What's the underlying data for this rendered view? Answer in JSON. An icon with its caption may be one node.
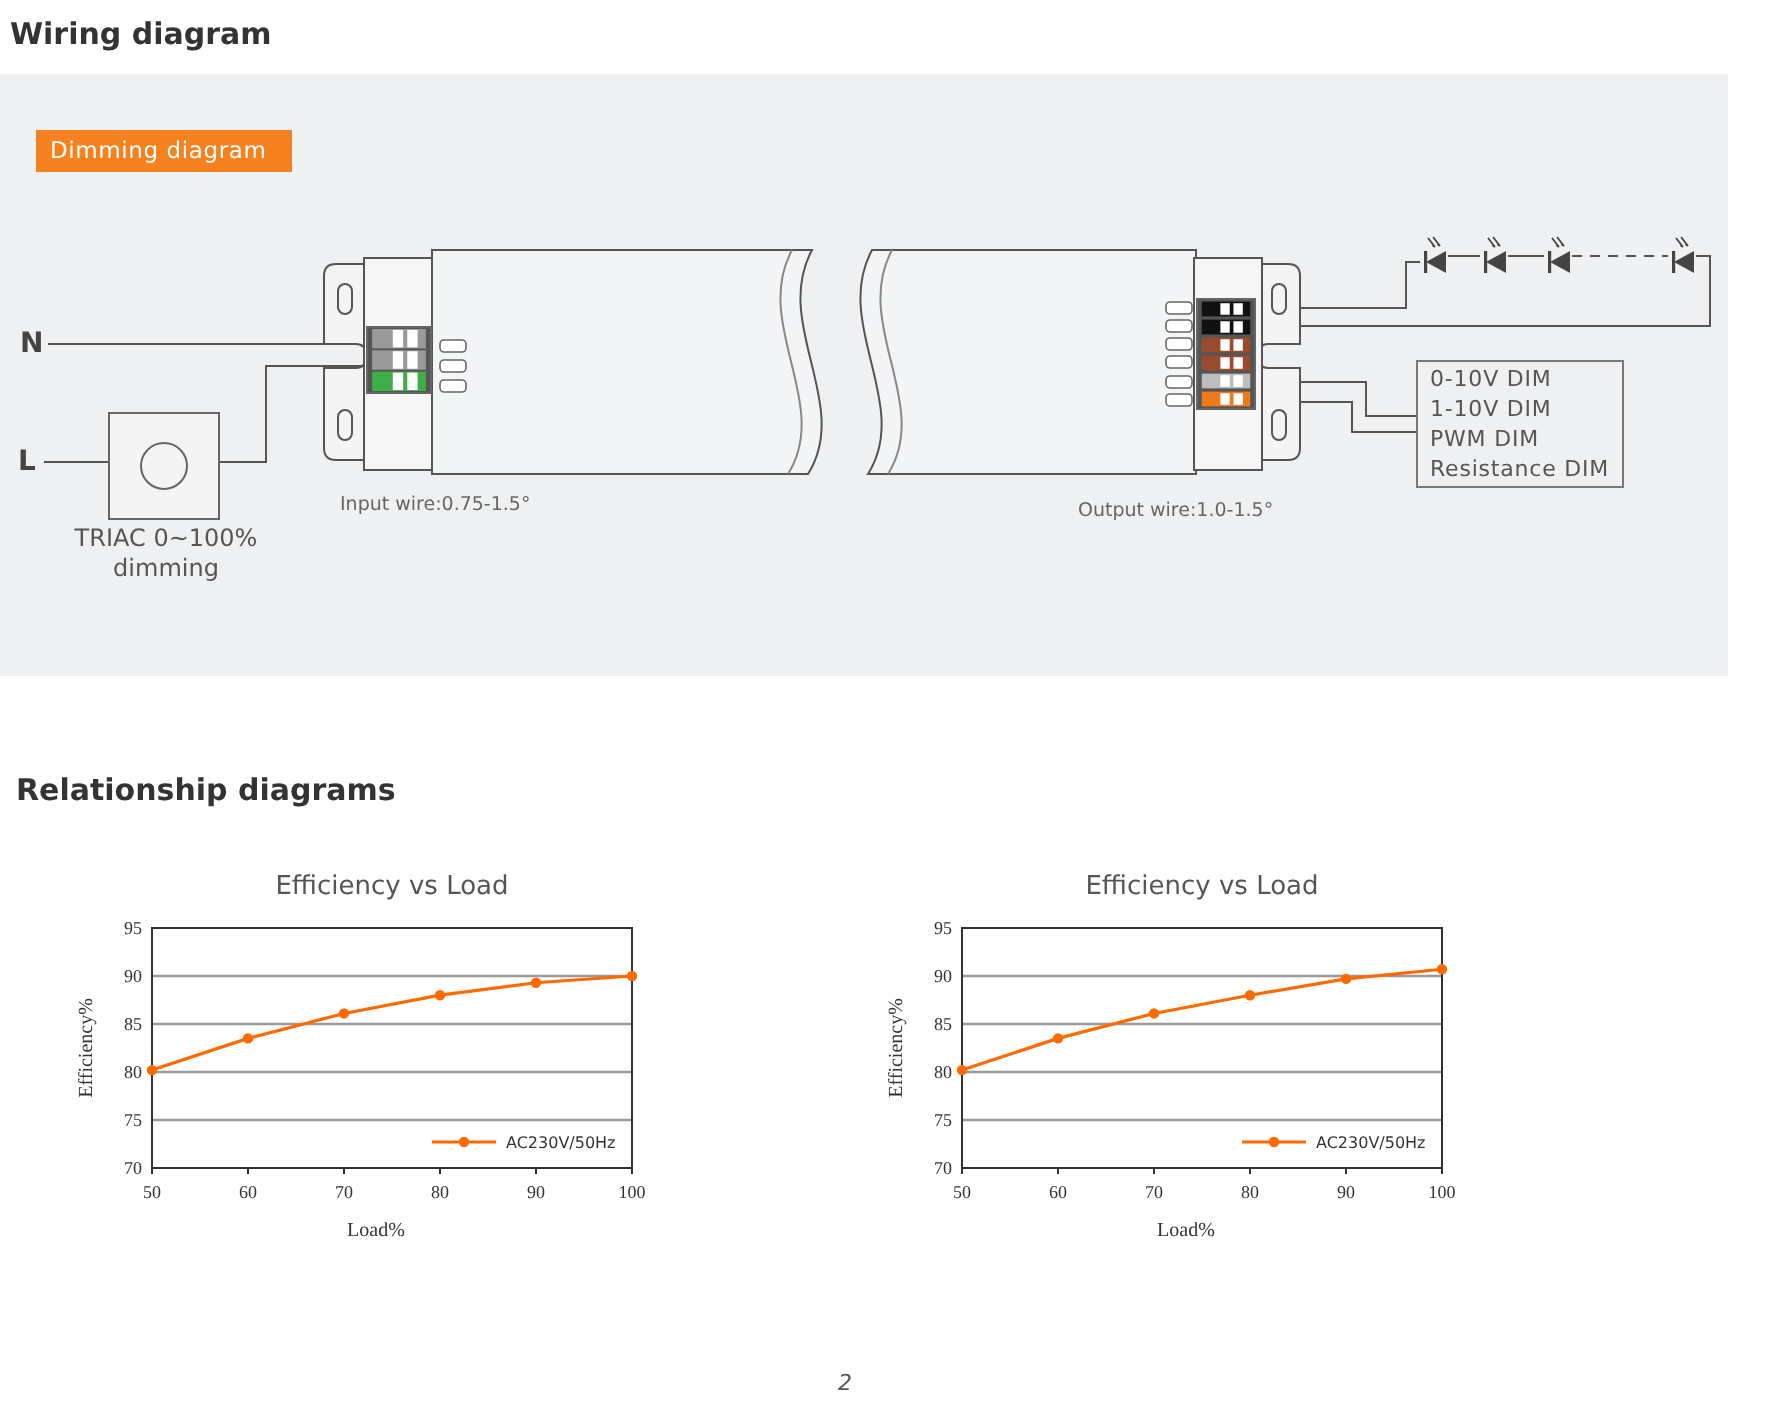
{
  "diagram": {
    "title": "Wiring diagram",
    "nodes": [
      {
        "text": [
          "Dimming diagram"
        ]
      },
      {
        "text": [
          "N"
        ]
      },
      {
        "text": [
          "L"
        ]
      },
      {
        "text": [],
        "shape": "box",
        "beside": [
          "TRIAC 0~100% dimming"
        ]
      },
      {
        "text": [],
        "shape": "picture",
        "beside": [
          "Input wire:0.75-1.5°",
          "Output wire:1.0-1.5°"
        ]
      },
      {
        "text": [],
        "shape": "box",
        "in": 4
      },
      {
        "text": [],
        "shape": "box",
        "in": 4
      },
      {
        "text": [],
        "shape": "diode"
      },
      {
        "text": [],
        "shape": "diode"
      },
      {
        "text": [],
        "shape": "diode"
      },
      {
        "text": [],
        "shape": "diode"
      },
      {
        "text": [
          "0-10V DIM",
          "1-10V DIM",
          "PWM DIM",
          "Resistance DIM"
        ]
      }
    ],
    "edges": [
      {
        "from": 1,
        "to": 5,
        "arrow": "none"
      },
      {
        "from": 2,
        "to": 3,
        "arrow": "none"
      },
      {
        "from": 3,
        "to": 5,
        "arrow": "none"
      },
      {
        "from": 6,
        "to": 7,
        "arrow": "none"
      },
      {
        "from": 7,
        "to": 8,
        "arrow": "none"
      },
      {
        "from": 8,
        "to": 9,
        "arrow": "none"
      },
      {
        "from": 9,
        "to": 10,
        "arrow": "none",
        "style": "dashed"
      },
      {
        "from": 10,
        "to": 6,
        "arrow": "none"
      },
      {
        "from": 6,
        "to": 11,
        "arrow": "none"
      },
      {
        "from": 6,
        "to": 11,
        "arrow": "none"
      }
    ],
    "labels": [
      "Relationship diagrams",
      "2"
    ],
    "chart_data": [
      {
        "type": "line",
        "title": "Efficiency vs Load",
        "xlabel": "Load%",
        "ylabel": "Efficiency%",
        "x": [
          50,
          60,
          70,
          80,
          90,
          100
        ],
        "xlim": [
          50,
          100
        ],
        "ylim": [
          70,
          95
        ],
        "xticks": [
          50,
          60,
          70,
          80,
          90,
          100
        ],
        "yticks": [
          70,
          75,
          80,
          85,
          90,
          95
        ],
        "grid": true,
        "series": [
          {
            "name": "AC230V/50Hz",
            "color": "#ff6a00",
            "marker": "circle",
            "values": [
              80.2,
              83.5,
              86.1,
              88,
              89.3,
              90
            ]
          }
        ]
      },
      {
        "type": "line",
        "title": "Efficiency vs Load",
        "xlabel": "Load%",
        "ylabel": "Efficiency%",
        "x": [
          50,
          60,
          70,
          80,
          90,
          100
        ],
        "xlim": [
          50,
          100
        ],
        "ylim": [
          70,
          95
        ],
        "xticks": [
          50,
          60,
          70,
          80,
          90,
          100
        ],
        "yticks": [
          70,
          75,
          80,
          85,
          90,
          95
        ],
        "grid": true,
        "series": [
          {
            "name": "AC230V/50Hz",
            "color": "#ff6a00",
            "marker": "circle",
            "values": [
              80.2,
              83.5,
              86.1,
              88,
              89.7,
              90.7
            ]
          }
        ]
      }
    ]
  }
}
